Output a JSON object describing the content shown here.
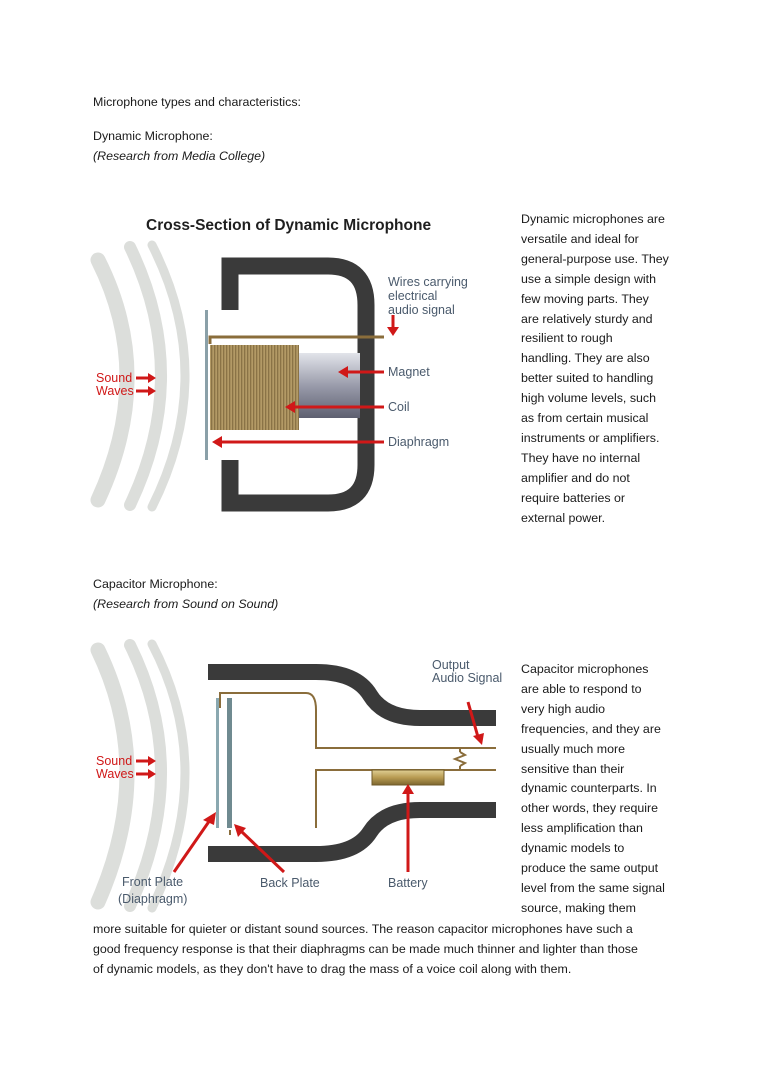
{
  "heading": "Microphone types and characteristics:",
  "dynamic": {
    "title": "Dynamic Microphone:",
    "source": "(Research from Media College)",
    "figure_title": "Cross-Section of Dynamic Microphone",
    "labels": {
      "wires_1": "Wires carrying",
      "wires_2": "electrical",
      "wires_3": "audio signal",
      "magnet": "Magnet",
      "coil": "Coil",
      "diaphragm": "Diaphragm",
      "sound_1": "Sound",
      "sound_2": "Waves"
    },
    "description_lines": [
      "Dynamic microphones are",
      "versatile and ideal for",
      "general-purpose use. They",
      "use a simple design with",
      "few moving parts. They",
      "are relatively sturdy and",
      "resilient to rough",
      "handling. They are also",
      "better suited to handling",
      "high volume levels, such",
      "as from certain musical",
      "instruments or amplifiers.",
      "They have no internal",
      "amplifier and do not",
      "require batteries or",
      "external power."
    ]
  },
  "capacitor": {
    "title": "Capacitor Microphone:",
    "source": "(Research from Sound on Sound)",
    "labels": {
      "output_1": "Output",
      "output_2": "Audio Signal",
      "sound_1": "Sound",
      "sound_2": "Waves",
      "front_1": "Front Plate",
      "front_2": "(Diaphragm)",
      "back": "Back Plate",
      "battery": "Battery"
    },
    "description_lines": [
      "Capacitor microphones",
      "are able to respond to",
      "very high audio",
      "frequencies, and they are",
      "usually much more",
      "sensitive than their",
      "dynamic counterparts. In",
      "other words, they require",
      "less amplification than",
      "dynamic models to",
      "produce the same output",
      "level from the same signal",
      "source, making them"
    ],
    "continuation_lines": [
      "more suitable for quieter or distant sound sources. The reason capacitor microphones have such a",
      "good frequency response is that their diaphragms can be made much thinner and lighter than those",
      "of dynamic models, as they don't have to drag the mass of a voice coil along with them."
    ]
  }
}
